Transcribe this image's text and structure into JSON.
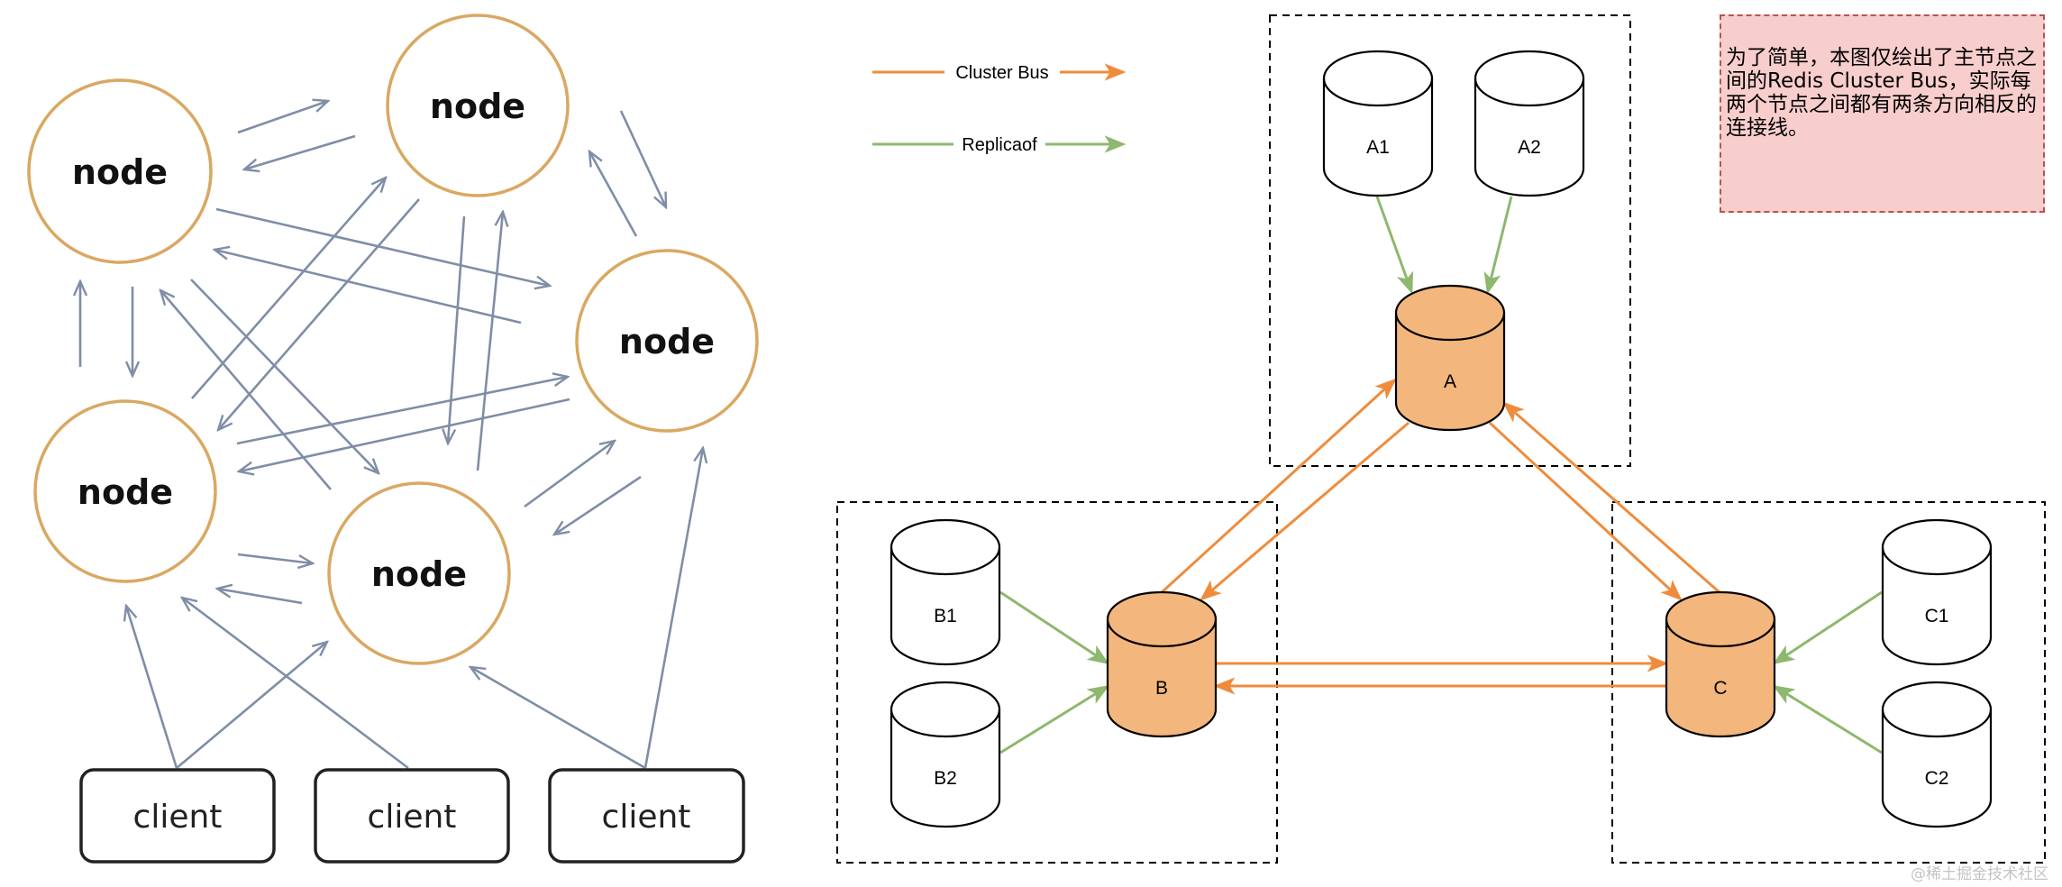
{
  "left_diagram": {
    "title": "Redis Cluster full-mesh topology",
    "colors": {
      "node_border": "#d9a862",
      "edge": "#7f8ea6",
      "client_border": "#222222"
    },
    "nodes": [
      {
        "id": "n1",
        "label": "node"
      },
      {
        "id": "n2",
        "label": "node"
      },
      {
        "id": "n3",
        "label": "node"
      },
      {
        "id": "n4",
        "label": "node"
      },
      {
        "id": "n5",
        "label": "node"
      }
    ],
    "clients": [
      {
        "id": "c1",
        "label": "client"
      },
      {
        "id": "c2",
        "label": "client"
      },
      {
        "id": "c3",
        "label": "client"
      }
    ],
    "edges": [
      {
        "from": "n1",
        "to": "n2"
      },
      {
        "from": "n2",
        "to": "n1"
      },
      {
        "from": "n1",
        "to": "n3"
      },
      {
        "from": "n3",
        "to": "n1"
      },
      {
        "from": "n4",
        "to": "n2"
      },
      {
        "from": "n2",
        "to": "n4"
      },
      {
        "from": "n1",
        "to": "n5"
      },
      {
        "from": "n5",
        "to": "n1"
      },
      {
        "from": "n2",
        "to": "n5"
      },
      {
        "from": "n5",
        "to": "n2"
      },
      {
        "from": "n4",
        "to": "n3"
      },
      {
        "from": "n3",
        "to": "n4"
      },
      {
        "from": "n2",
        "to": "n3"
      },
      {
        "from": "n3",
        "to": "n2"
      },
      {
        "from": "n4",
        "to": "n1"
      },
      {
        "from": "n1",
        "to": "n4"
      },
      {
        "from": "n4",
        "to": "n5"
      },
      {
        "from": "n5",
        "to": "n4"
      },
      {
        "from": "n5",
        "to": "n3"
      },
      {
        "from": "n3",
        "to": "n5"
      },
      {
        "from": "c1",
        "to": "n4"
      },
      {
        "from": "c1",
        "to": "n5"
      },
      {
        "from": "c2",
        "to": "n4"
      },
      {
        "from": "c3",
        "to": "n5"
      },
      {
        "from": "c3",
        "to": "n3"
      }
    ]
  },
  "right_diagram": {
    "colors": {
      "cluster_bus": "#ef8c3c",
      "replicaof": "#8db86e",
      "master_fill": "#f3b67c",
      "replica_fill": "#ffffff",
      "group_border": "#000000"
    },
    "legend": [
      {
        "id": "cluster-bus",
        "label": "Cluster Bus"
      },
      {
        "id": "replicaof",
        "label": "Replicaof"
      }
    ],
    "groups": [
      {
        "id": "A",
        "master": "A",
        "replicas": [
          "A1",
          "A2"
        ]
      },
      {
        "id": "B",
        "master": "B",
        "replicas": [
          "B1",
          "B2"
        ]
      },
      {
        "id": "C",
        "master": "C",
        "replicas": [
          "C1",
          "C2"
        ]
      }
    ],
    "cylinders": {
      "A": "A",
      "A1": "A1",
      "A2": "A2",
      "B": "B",
      "B1": "B1",
      "B2": "B2",
      "C": "C",
      "C1": "C1",
      "C2": "C2"
    },
    "cluster_bus_links": [
      {
        "from": "B",
        "to": "A"
      },
      {
        "from": "A",
        "to": "B"
      },
      {
        "from": "A",
        "to": "C"
      },
      {
        "from": "C",
        "to": "A"
      },
      {
        "from": "B",
        "to": "C"
      },
      {
        "from": "C",
        "to": "B"
      }
    ],
    "replicaof_links": [
      {
        "from": "A1",
        "to": "A"
      },
      {
        "from": "A2",
        "to": "A"
      },
      {
        "from": "B1",
        "to": "B"
      },
      {
        "from": "B2",
        "to": "B"
      },
      {
        "from": "C1",
        "to": "C"
      },
      {
        "from": "C2",
        "to": "C"
      }
    ],
    "note": "为了简单，本图仅绘出了主节点之间的Redis Cluster Bus，实际每两个节点之间都有两条方向相反的连接线。"
  },
  "watermark": "@稀土掘金技术社区"
}
